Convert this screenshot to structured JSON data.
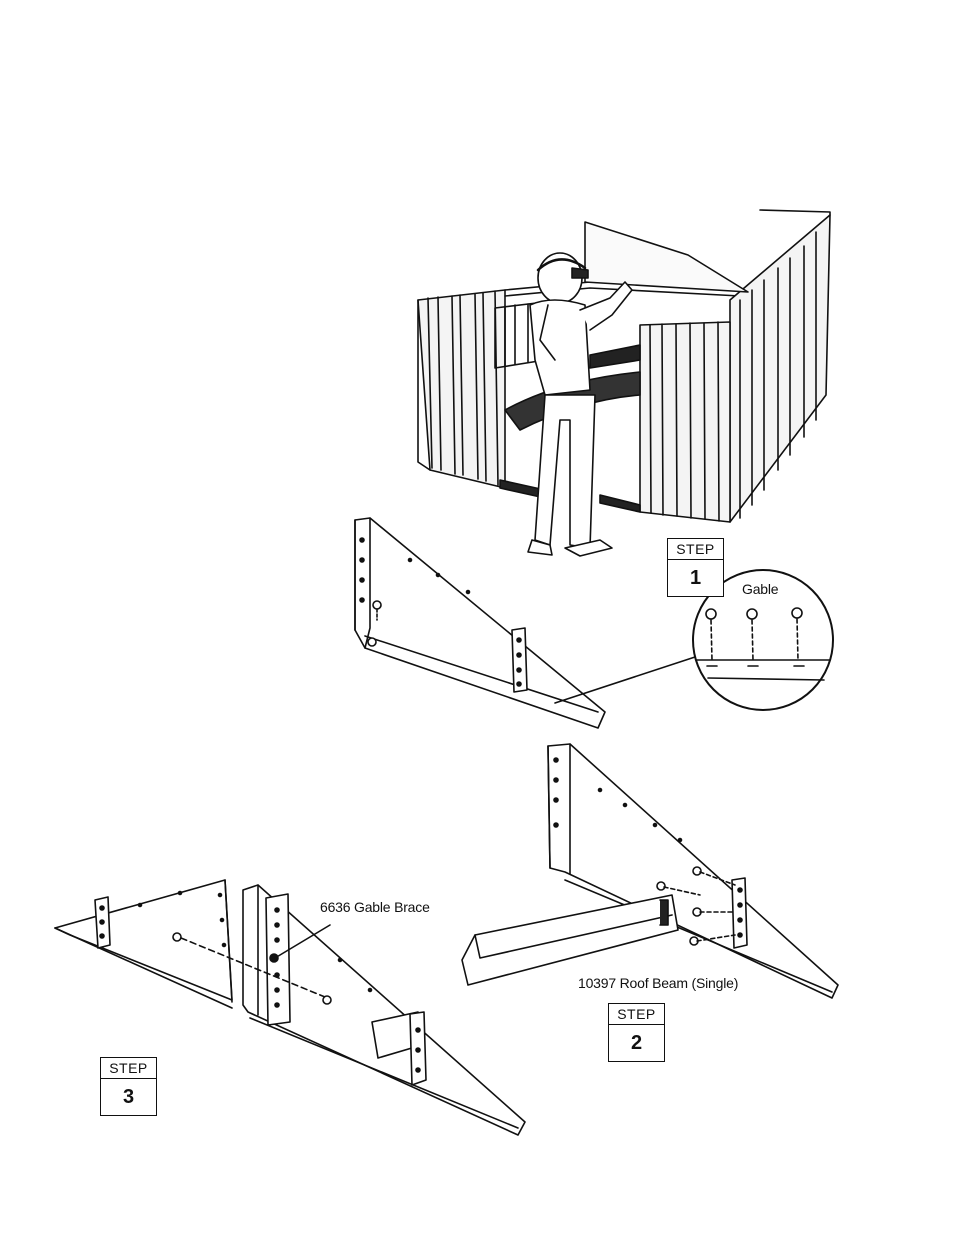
{
  "steps": [
    {
      "label": "STEP",
      "number": "1"
    },
    {
      "label": "STEP",
      "number": "2"
    },
    {
      "label": "STEP",
      "number": "3"
    }
  ],
  "callouts": {
    "gable": "Gable",
    "gable_brace": "6636 Gable Brace",
    "roof_beam": "10397 Roof Beam (Single)"
  },
  "colors": {
    "ink": "#111111",
    "paper": "#ffffff"
  }
}
